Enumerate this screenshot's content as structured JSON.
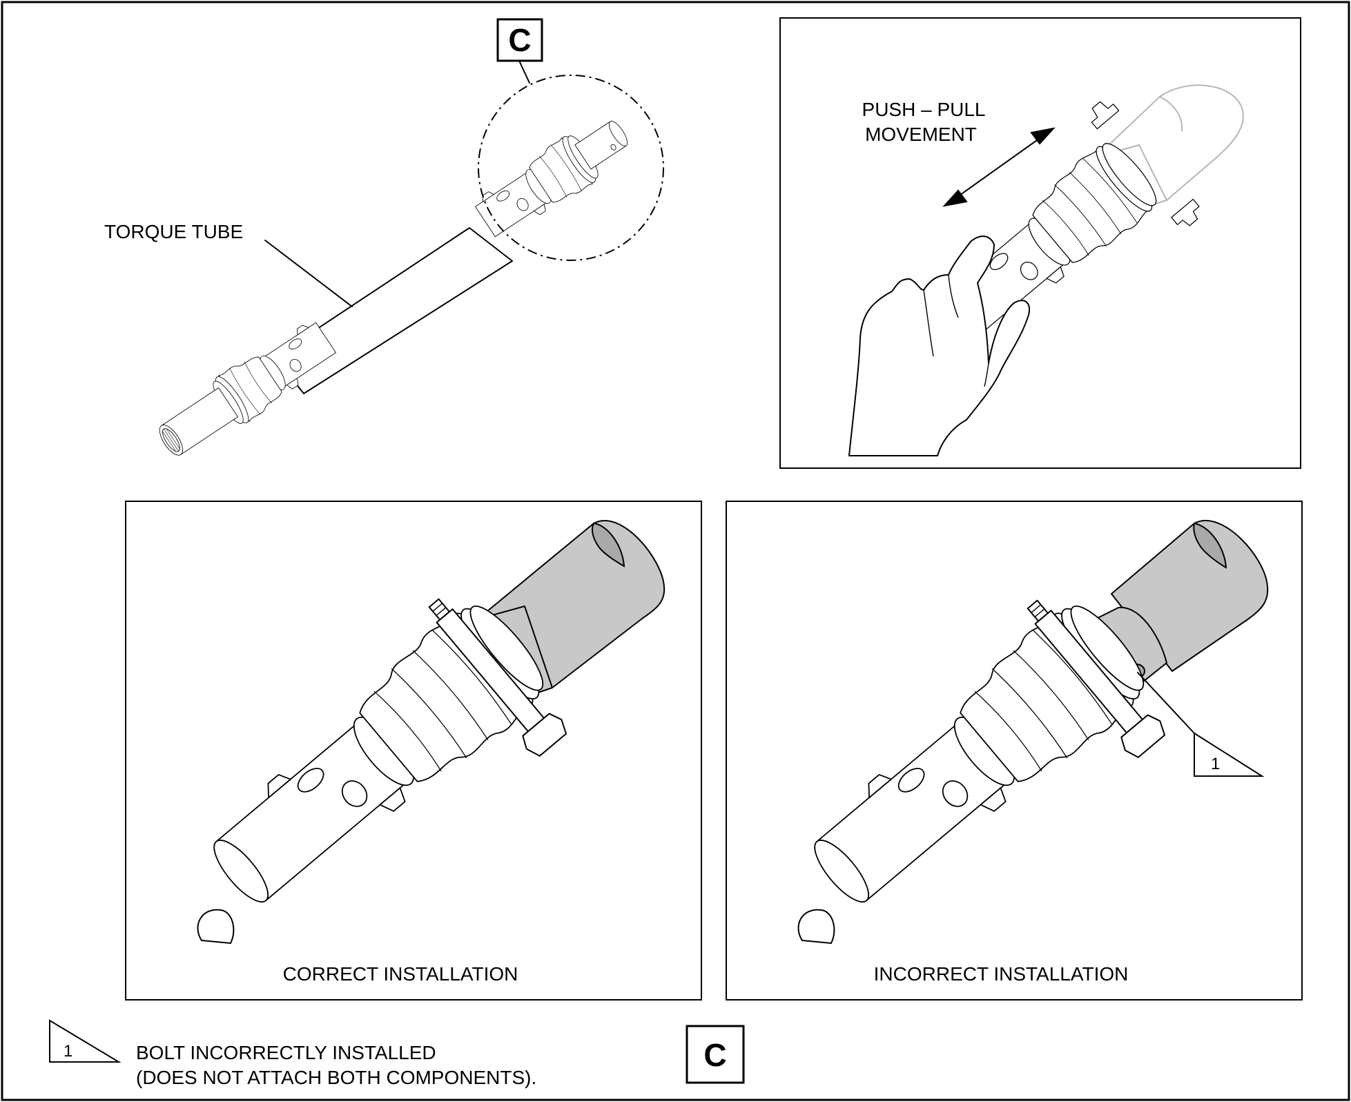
{
  "labels": {
    "torque_tube": "TORQUE TUBE",
    "push_pull_line1": "PUSH – PULL",
    "push_pull_line2": "MOVEMENT",
    "correct": "CORRECT INSTALLATION",
    "incorrect": "INCORRECT INSTALLATION",
    "note_line1": "BOLT INCORRECTLY INSTALLED",
    "note_line2": "(DOES NOT ATTACH BOTH COMPONENTS)."
  },
  "detail_ref": "C",
  "flag_number": "1",
  "colors": {
    "line": "#000000",
    "shaded_part": "#c8c8c8",
    "ghost_part": "#b5b5b5",
    "background": "#ffffff"
  }
}
